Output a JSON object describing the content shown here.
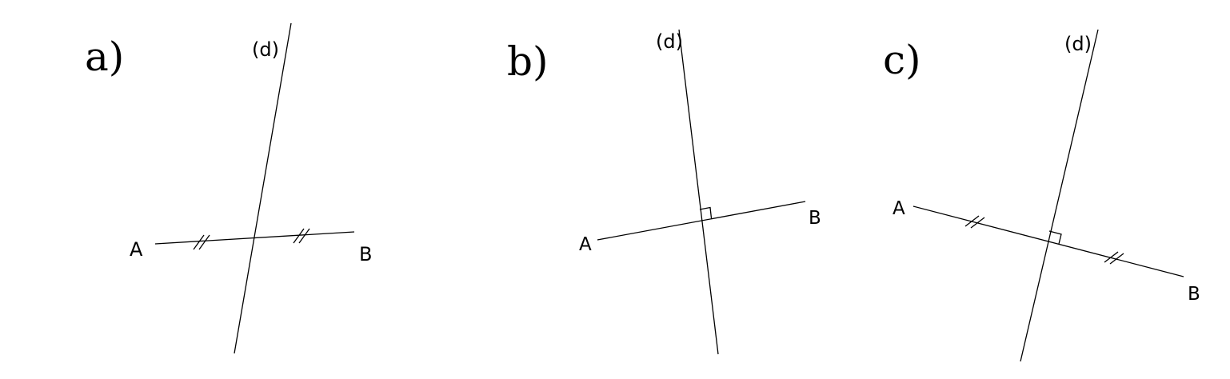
{
  "panels": [
    {
      "label": "a)",
      "line_label": "(d)",
      "point_a": "A",
      "point_b": "B",
      "equal_marks": true,
      "right_angle": false
    },
    {
      "label": "b)",
      "line_label": "(d)",
      "point_a": "A",
      "point_b": "B",
      "equal_marks": false,
      "right_angle": true
    },
    {
      "label": "c)",
      "line_label": "(d)",
      "point_a": "A",
      "point_b": "B",
      "equal_marks": true,
      "right_angle": true
    }
  ]
}
